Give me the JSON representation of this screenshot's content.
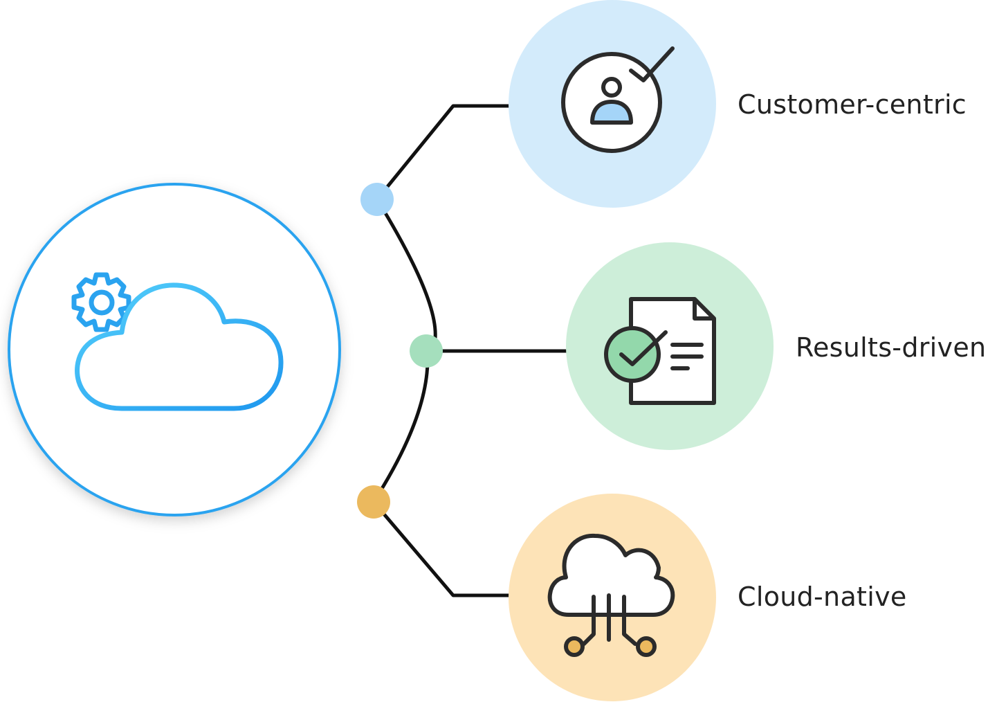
{
  "pillars": [
    {
      "label": "Customer-centric",
      "icon": "user-check-icon",
      "bg_color": "#d3ebfb",
      "dot_color": "#a5d5f8"
    },
    {
      "label": "Results-driven",
      "icon": "document-check-icon",
      "bg_color": "#cdeed9",
      "dot_color": "#a5dfbd"
    },
    {
      "label": "Cloud-native",
      "icon": "cloud-network-icon",
      "bg_color": "#fde3b7",
      "dot_color": "#ebb95e"
    }
  ],
  "hub": {
    "icon": "cloud-gear-icon",
    "color": "#2aa3ef"
  }
}
